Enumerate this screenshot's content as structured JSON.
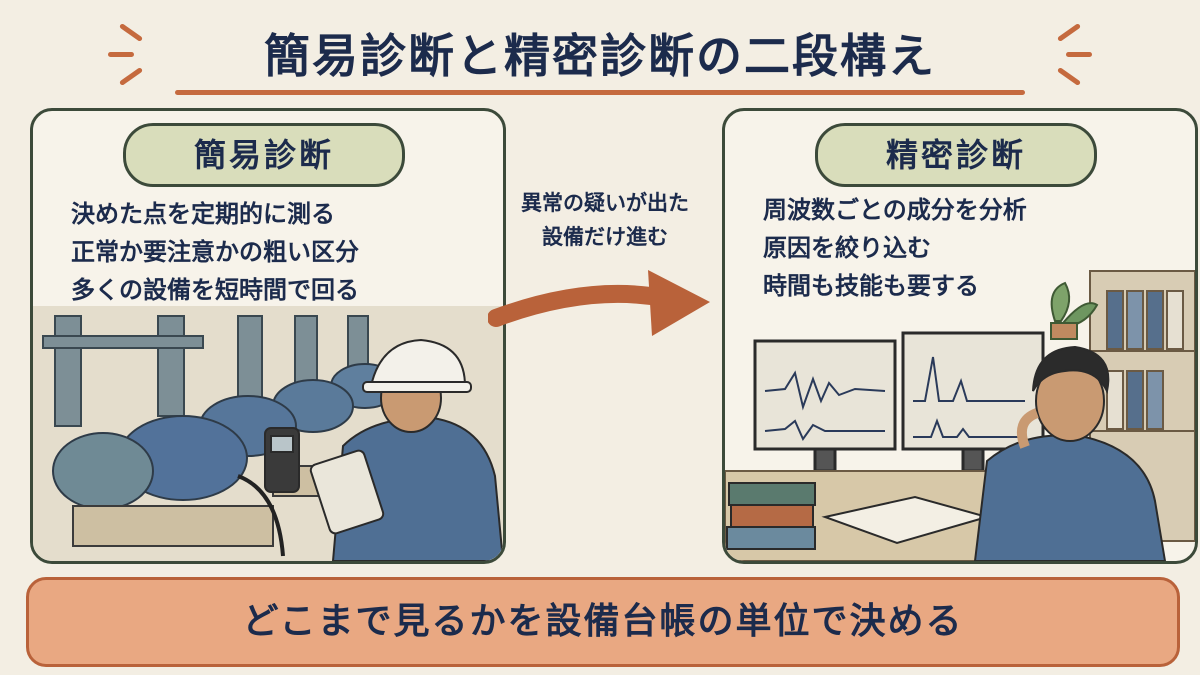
{
  "header": {
    "title": "簡易診断と精密診断の二段構え"
  },
  "left_panel": {
    "label": "簡易診断",
    "lines": [
      "決めた点を定期的に測る",
      "正常か要注意かの粗い区分",
      "多くの設備を短時間で回る"
    ]
  },
  "middle": {
    "lines": [
      "異常の疑いが出た",
      "設備だけ進む"
    ]
  },
  "right_panel": {
    "label": "精密診断",
    "lines": [
      "周波数ごとの成分を分析",
      "原因を絞り込む",
      "時間も技能も要する"
    ]
  },
  "footer": {
    "banner": "どこまで見るかを設備台帳の単位で決める"
  },
  "colors": {
    "accent": "#c56a3e",
    "navy": "#1c2b4c",
    "pill": "#d9ddbb",
    "banner": "#e9a882"
  }
}
